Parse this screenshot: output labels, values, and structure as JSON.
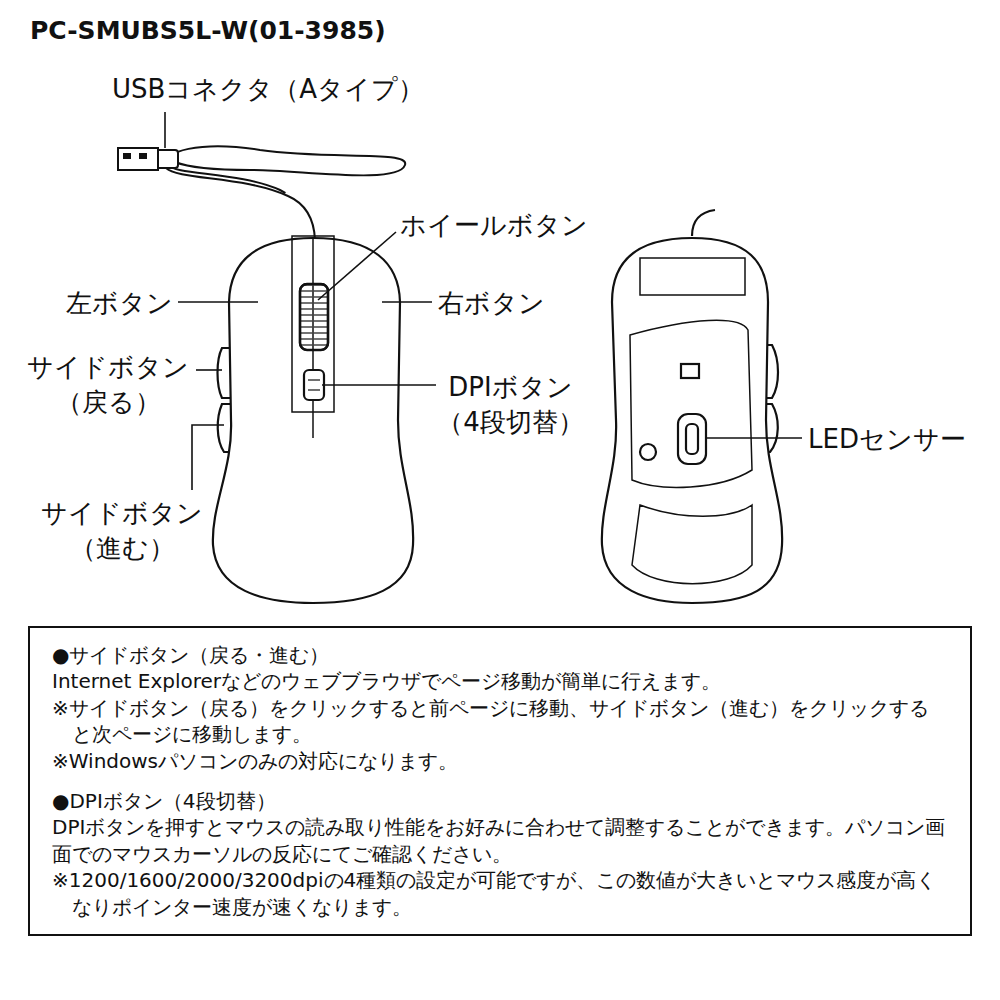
{
  "diagram": {
    "title": "PC-SMUBS5L-W(01-3985)",
    "nodes": [
      {
        "text": [
          "●サイドボタン（戻る・進む）",
          "Internet Explorerなどのウェブブラウザでページ移動が簡単に行えます。",
          "※サイドボタン（戻る）をクリックすると前ページに移動、サイドボタン（進む）をクリックすると次ページに移動します。",
          "※Windowsパソコンのみの対応になります。",
          "●DPIボタン（4段切替）",
          "DPIボタンを押すとマウスの読み取り性能をお好みに合わせて調整することができます。パソコン画面でのマウスカーソルの反応にてご確認ください。",
          "※1200/1600/2000/3200dpiの4種類の設定が可能ですが、この数値が大きいとマウス感度が高くなりポインター速度が速くなります。"
        ]
      }
    ],
    "labels": [
      "USBコネクタ（Aタイプ）",
      "ホイールボタン",
      "左ボタン",
      "右ボタン",
      "サイドボタン（戻る）",
      "DPIボタン（4段切替）",
      "サイドボタン（進む）",
      "LEDセンサー"
    ]
  }
}
